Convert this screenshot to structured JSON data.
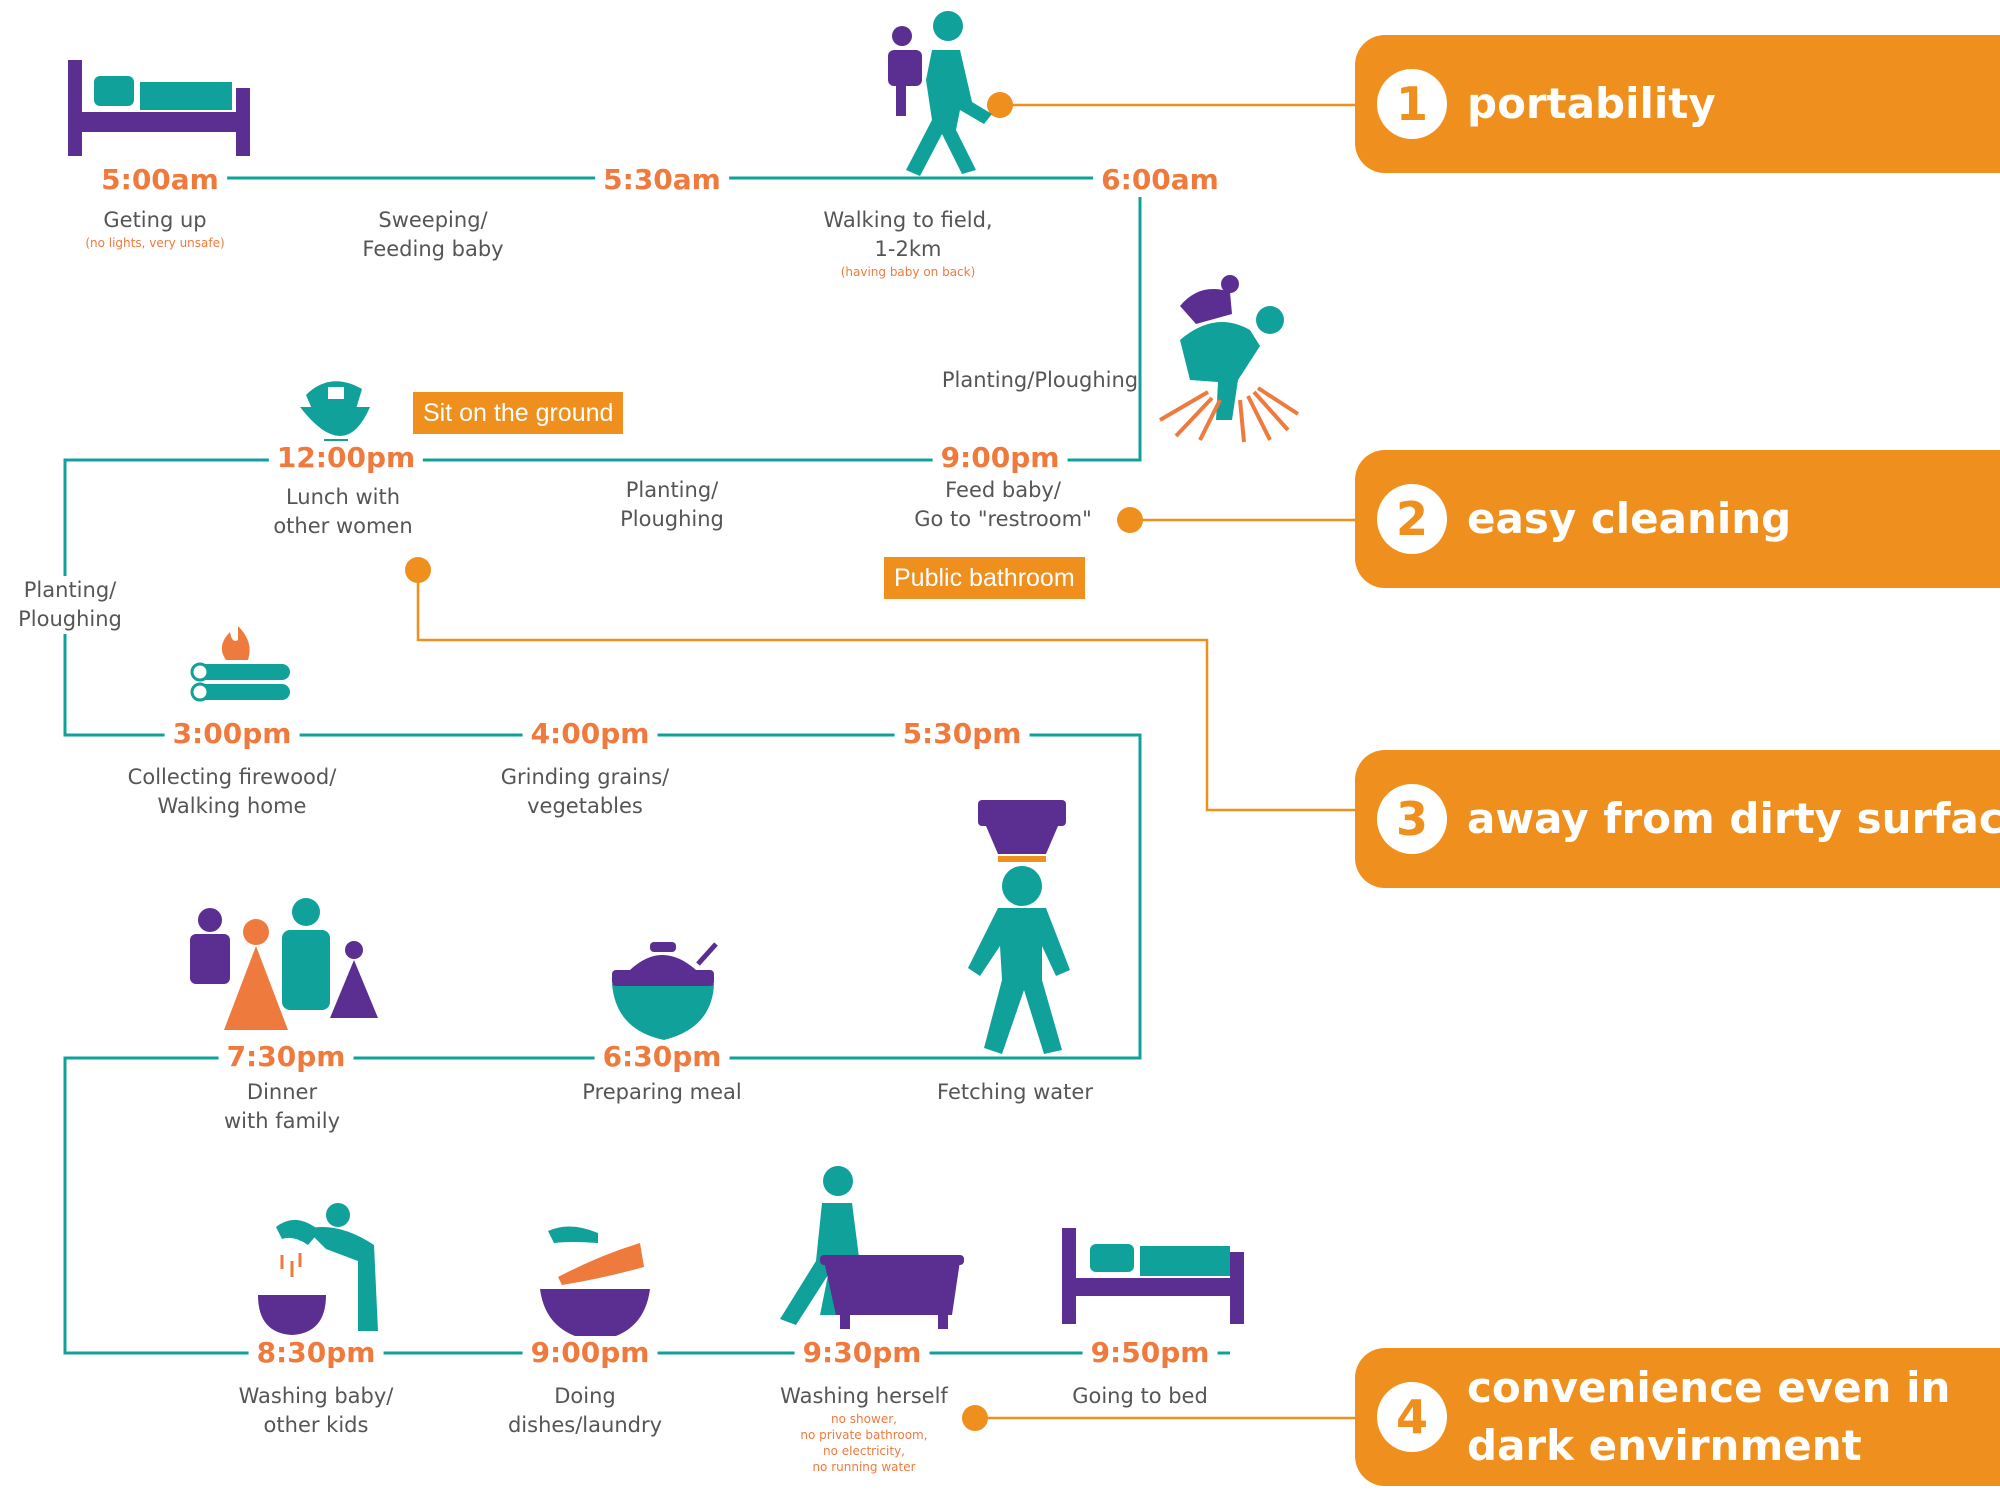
{
  "timeline": {
    "steps": [
      {
        "time": "5:00am",
        "activity": "Geting up",
        "note": "(no lights, very unsafe)"
      },
      {
        "time": "5:30am",
        "activity": "Sweeping/\nFeeding baby",
        "note": ""
      },
      {
        "time": "6:00am",
        "activity": "Walking to field,\n1-2km",
        "note": "(having baby on back)"
      },
      {
        "time": "",
        "activity": "Planting/Ploughing",
        "note": ""
      },
      {
        "time": "9:00pm",
        "activity": "Feed baby/\nGo to \"restroom\"",
        "note": ""
      },
      {
        "time": "",
        "activity": "Planting/\nPloughing",
        "note": ""
      },
      {
        "time": "12:00pm",
        "activity": "Lunch with\nother women",
        "note": ""
      },
      {
        "time": "",
        "activity": "Planting/\nPloughing",
        "note": ""
      },
      {
        "time": "3:00pm",
        "activity": "Collecting firewood/\nWalking home",
        "note": ""
      },
      {
        "time": "4:00pm",
        "activity": "Grinding grains/\nvegetables",
        "note": ""
      },
      {
        "time": "5:30pm",
        "activity": "Fetching water",
        "note": ""
      },
      {
        "time": "6:30pm",
        "activity": "Preparing meal",
        "note": ""
      },
      {
        "time": "7:30pm",
        "activity": "Dinner\nwith family",
        "note": ""
      },
      {
        "time": "8:30pm",
        "activity": "Washing baby/\nother kids",
        "note": ""
      },
      {
        "time": "9:00pm",
        "activity": "Doing\ndishes/laundry",
        "note": ""
      },
      {
        "time": "9:30pm",
        "activity": "Washing herself",
        "note": "no shower,\nno private bathroom,\nno electricity,\nno running water"
      },
      {
        "time": "9:50pm",
        "activity": "Going to bed",
        "note": ""
      }
    ]
  },
  "tags": {
    "sit_ground": "Sit on the ground",
    "public_bathroom": "Public bathroom"
  },
  "features": [
    {
      "num": "1",
      "label": "portability"
    },
    {
      "num": "2",
      "label": "easy cleaning"
    },
    {
      "num": "3",
      "label": "away from dirty surface"
    },
    {
      "num": "4",
      "label": "convenience even in\ndark envirnment"
    }
  ],
  "colors": {
    "teal": "#0fa19a",
    "orange_time": "#ef7a3d",
    "orange_card": "#ef8f1d",
    "purple": "#5b2e91",
    "text_gray": "#555555"
  },
  "icons": [
    "bed-icon",
    "walker-with-baby-icon",
    "planting-woman-icon",
    "lunch-bowl-icon",
    "firewood-icon",
    "water-carrier-icon",
    "cooking-pot-icon",
    "family-icon",
    "bathing-baby-icon",
    "dishes-icon",
    "bathtub-icon",
    "bed-icon"
  ]
}
